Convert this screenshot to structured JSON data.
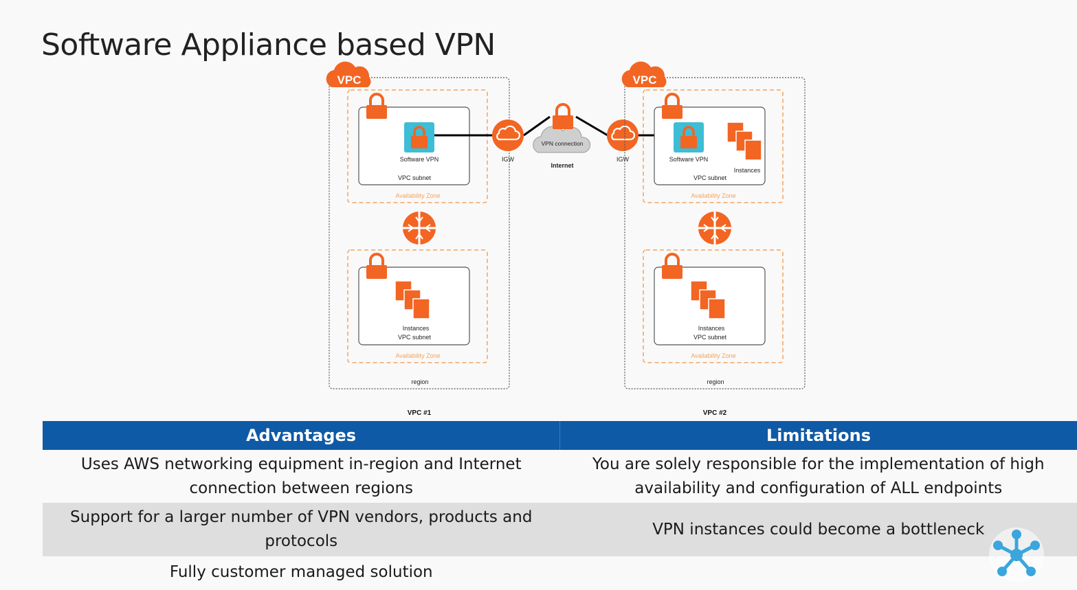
{
  "title": "Software Appliance based VPN",
  "diagram": {
    "vpc_badge": "VPC",
    "software_vpn_label": "Software VPN",
    "vpc_subnet_label": "VPC subnet",
    "instances_label": "Instances",
    "availability_zone_label": "Availability Zone",
    "region_label": "region",
    "igw_label": "IGW",
    "vpn_connection_label": "VPN connection",
    "internet_label": "Internet",
    "vpc1_caption": "VPC #1",
    "vpc2_caption": "VPC #2"
  },
  "table": {
    "headers": [
      "Advantages",
      "Limitations"
    ],
    "rows": [
      [
        "Uses AWS networking equipment in-region and Internet connection between regions",
        "You are solely responsible for the implementation of high availability and configuration of ALL endpoints"
      ],
      [
        "Support for a larger number of VPN vendors, products and protocols",
        "VPN instances could become a bottleneck"
      ],
      [
        "Fully customer managed solution",
        ""
      ]
    ]
  },
  "colors": {
    "aws_orange": "#f26522",
    "header_blue": "#0f5aa6",
    "zone_orange": "#f5a35c",
    "vpn_teal": "#3dbdd6"
  },
  "icons": {
    "lock": "lock-icon",
    "cloud": "cloud-icon",
    "router": "router-icon",
    "instances": "instances-icon",
    "logo": "network-logo-icon"
  }
}
